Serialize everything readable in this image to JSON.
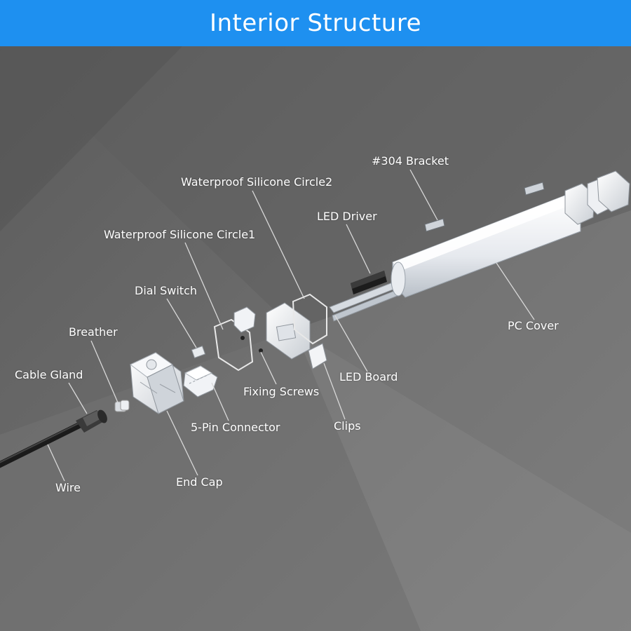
{
  "header": {
    "title": "Interior Structure"
  },
  "colors": {
    "header_bg": "#1e90f0",
    "background": "#6a6a6a",
    "leader": "#d8d8d8",
    "label": "#ffffff"
  },
  "callouts": {
    "bracket": "#304 Bracket",
    "silicone_circle2": "Waterproof Silicone Circle2",
    "led_driver": "LED Driver",
    "silicone_circle1": "Waterproof Silicone Circle1",
    "dial_switch": "Dial Switch",
    "breather": "Breather",
    "pc_cover": "PC Cover",
    "cable_gland": "Cable Gland",
    "led_board": "LED  Board",
    "fixing_screws": "Fixing Screws",
    "five_pin_connector": "5-Pin Connector",
    "clips": "Clips",
    "end_cap": "End Cap",
    "wire": "Wire"
  }
}
